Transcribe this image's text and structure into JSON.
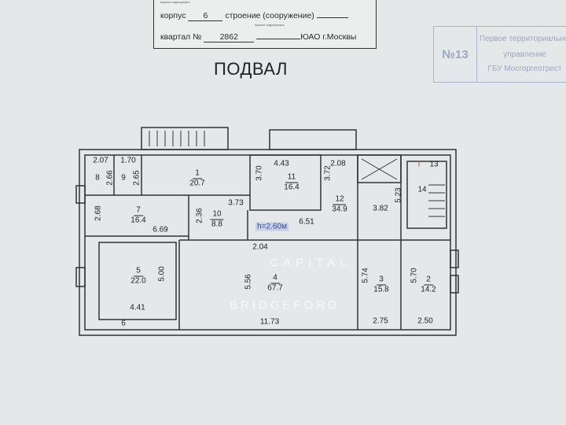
{
  "header": {
    "hint": "нужное подчеркнуть",
    "korpus_label": "корпус",
    "korpus_value": "6",
    "stroenie_label": "строение (сооружение)",
    "kvartal_label": "квартал №",
    "kvartal_value": "2862",
    "district": "ЮАО г.Москвы"
  },
  "title": "ПОДВАЛ",
  "stamp": {
    "number": "№13",
    "line1": "Первое территориальное",
    "line2": "управление",
    "line3": "ГБУ Мосгоргеотрест"
  },
  "plan": {
    "height_note": "h=2.60м",
    "rooms": [
      {
        "no": "1",
        "area": "20.7"
      },
      {
        "no": "2",
        "area": "14.2"
      },
      {
        "no": "3",
        "area": "15.8"
      },
      {
        "no": "4",
        "area": "67.7"
      },
      {
        "no": "5",
        "area": "22.0"
      },
      {
        "no": "7",
        "area": "16.4"
      },
      {
        "no": "8"
      },
      {
        "no": "9"
      },
      {
        "no": "10",
        "area": "8.8"
      },
      {
        "no": "11",
        "area": "16.4"
      },
      {
        "no": "12",
        "area": "34.9"
      },
      {
        "no": "13"
      },
      {
        "no": "14"
      }
    ],
    "dims": [
      "2.07",
      "2.66",
      "1.70",
      "2.65",
      "4.43",
      "3.70",
      "3.72",
      "2.08",
      "3.82",
      "5.23",
      "2.68",
      "6.69",
      "2.36",
      "3.73",
      "6.51",
      "2.04",
      "5.00",
      "4.41",
      "6",
      "5.56",
      "11.73",
      "5.74",
      "2.75",
      "5.70",
      "2.50"
    ],
    "stair_mark": "I"
  },
  "watermark": {
    "line1": "BRIDGEFORD",
    "line2": "CAPITAL"
  },
  "colors": {
    "paper": "#e4e8e8",
    "stamp": "#9aa6c4",
    "highlight": "#3c4a9a"
  }
}
